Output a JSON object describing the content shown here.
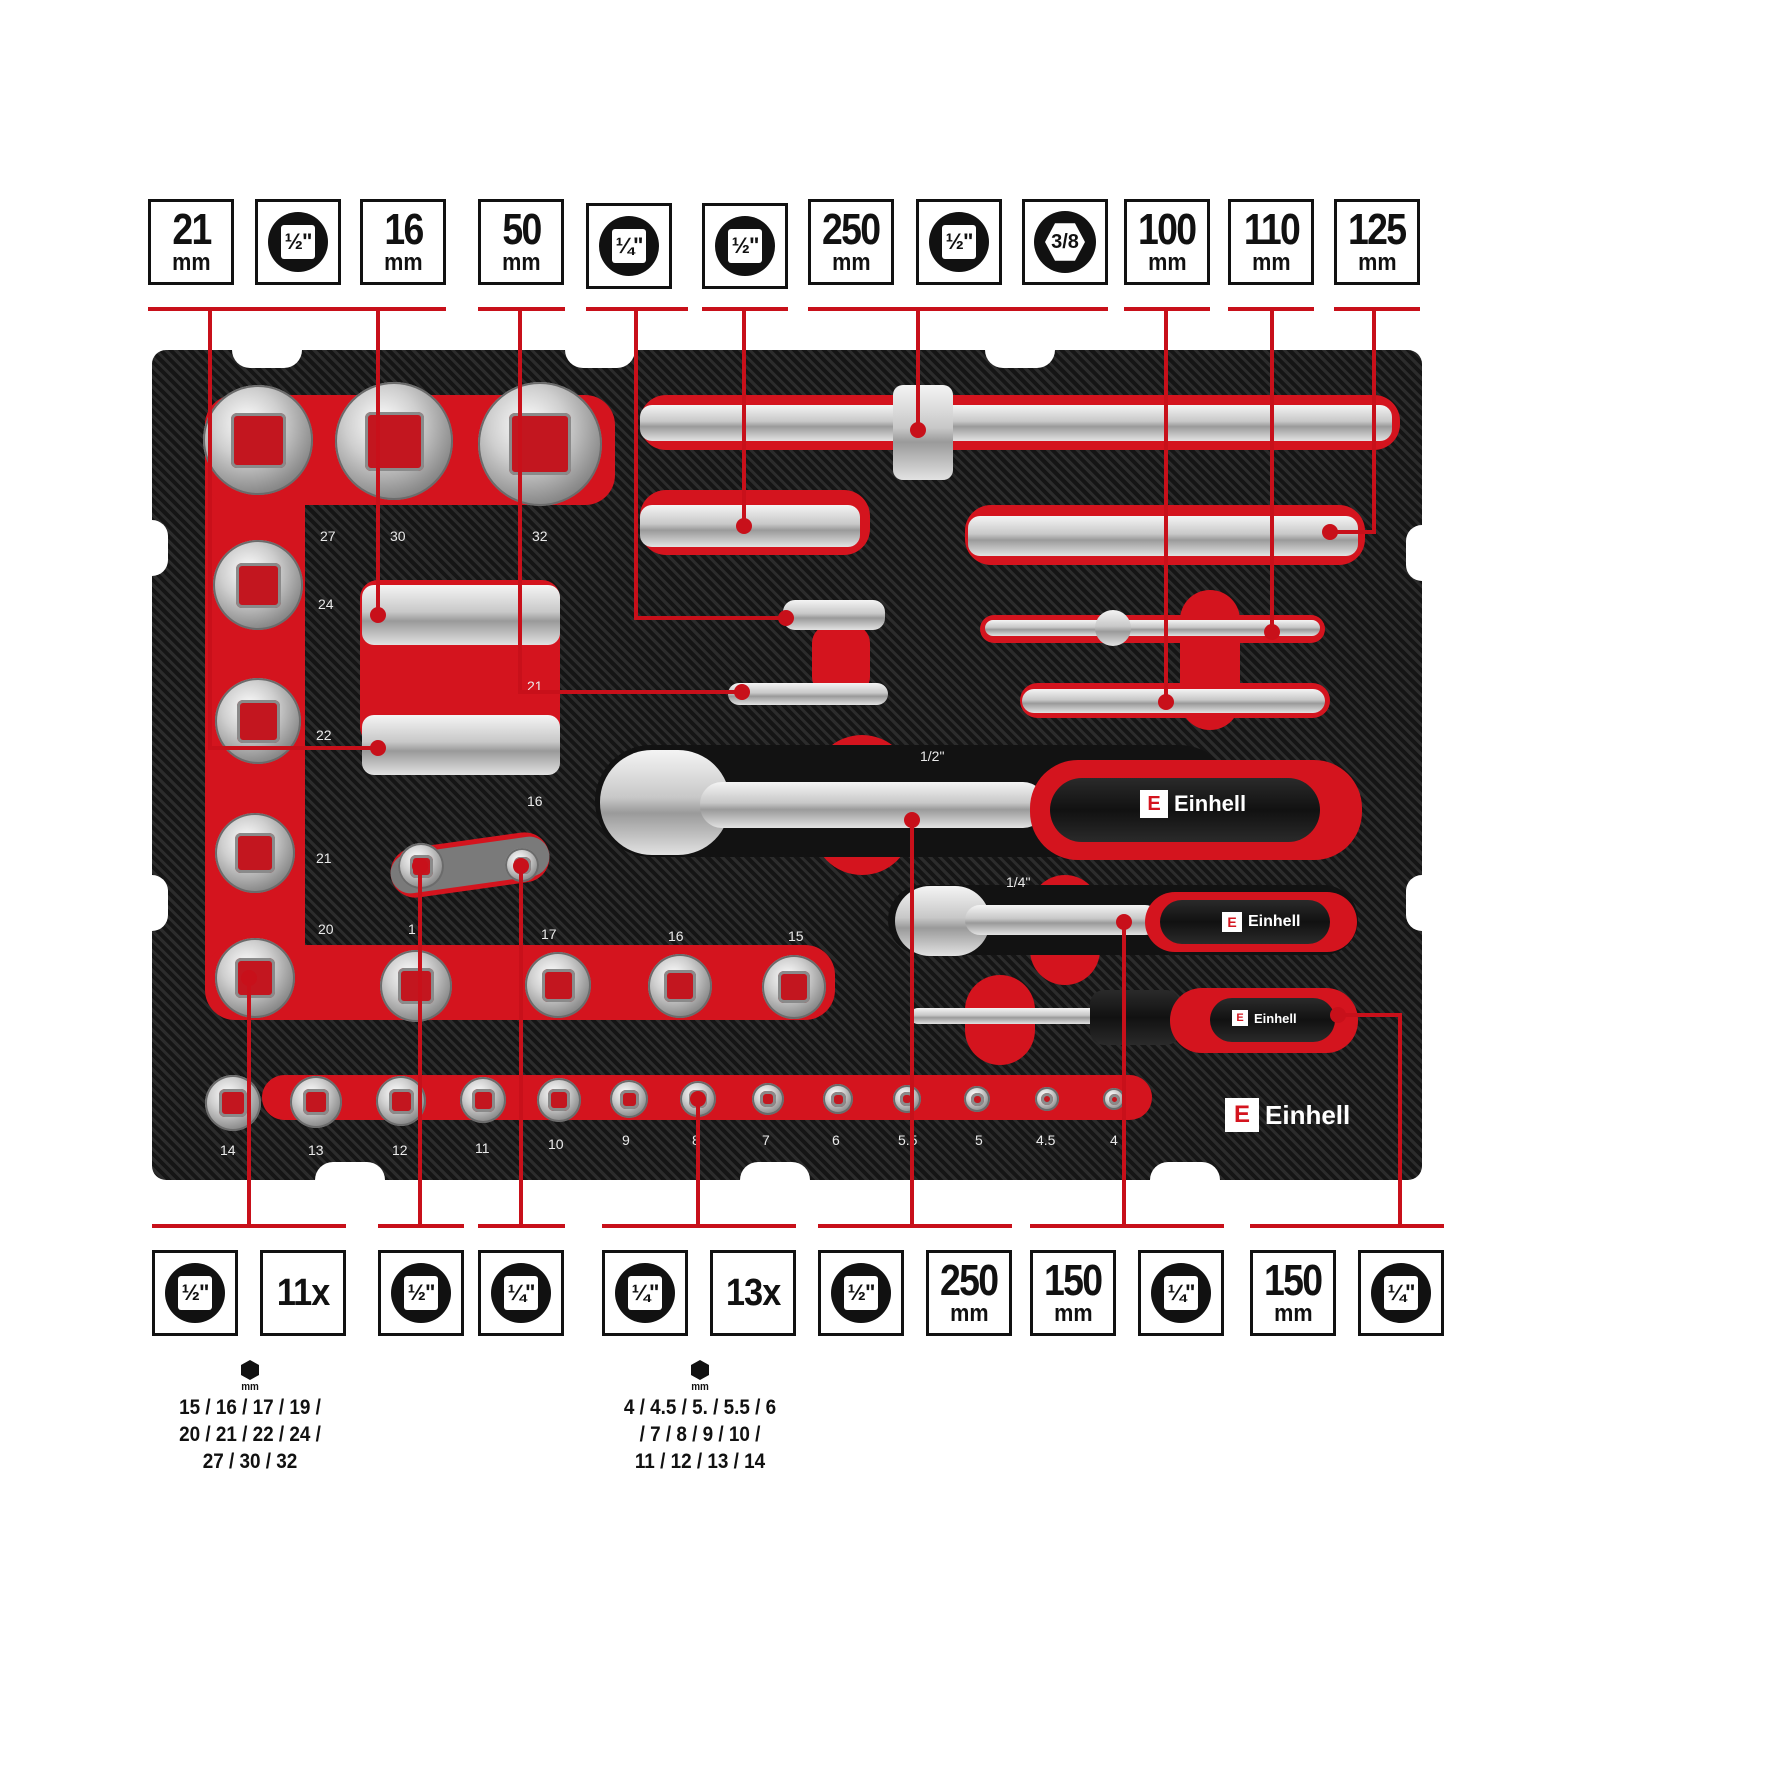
{
  "top_specs": [
    {
      "kind": "dim",
      "value": "21",
      "unit": "mm"
    },
    {
      "kind": "drive",
      "value": "½\""
    },
    {
      "kind": "dim",
      "value": "16",
      "unit": "mm"
    },
    {
      "kind": "dim",
      "value": "50",
      "unit": "mm"
    },
    {
      "kind": "drive",
      "value": "¼\""
    },
    {
      "kind": "drive",
      "value": "½\""
    },
    {
      "kind": "dim",
      "value": "250",
      "unit": "mm"
    },
    {
      "kind": "drive",
      "value": "½\""
    },
    {
      "kind": "hex",
      "value": "3/8"
    },
    {
      "kind": "dim",
      "value": "100",
      "unit": "mm"
    },
    {
      "kind": "dim",
      "value": "110",
      "unit": "mm"
    },
    {
      "kind": "dim",
      "value": "125",
      "unit": "mm"
    }
  ],
  "bottom_specs": [
    {
      "kind": "drive",
      "value": "½\""
    },
    {
      "kind": "count",
      "value": "11x"
    },
    {
      "kind": "drive",
      "value": "½\""
    },
    {
      "kind": "drive",
      "value": "¼\""
    },
    {
      "kind": "drive",
      "value": "¼\""
    },
    {
      "kind": "count",
      "value": "13x"
    },
    {
      "kind": "drive",
      "value": "½\""
    },
    {
      "kind": "dim",
      "value": "250",
      "unit": "mm"
    },
    {
      "kind": "dim",
      "value": "150",
      "unit": "mm"
    },
    {
      "kind": "drive",
      "value": "¼\""
    },
    {
      "kind": "dim",
      "value": "150",
      "unit": "mm"
    },
    {
      "kind": "drive",
      "value": "¼\""
    }
  ],
  "tray_labels": {
    "s27": "27",
    "s30": "30",
    "s32": "32",
    "s24": "24",
    "s22": "22",
    "s21": "21",
    "s20": "20",
    "s19": "1",
    "s17": "17",
    "s16": "16",
    "s15": "15",
    "l21": "21",
    "l16": "16",
    "r12": "1/2\"",
    "r14": "1/4\"",
    "b14": "14",
    "b13": "13",
    "b12": "12",
    "b11": "11",
    "b10": "10",
    "b9": "9",
    "b8": "8",
    "b7": "7",
    "b6": "6",
    "b55": "5.5",
    "b5": "5",
    "b45": "4.5",
    "b4": "4"
  },
  "brand": {
    "name": "Einhell",
    "logo_letter": "E"
  },
  "size_lists": {
    "left": {
      "unit": "mm",
      "lines": [
        "15 / 16 / 17 / 19 /",
        "20 / 21 / 22 / 24 /",
        "27 / 30 / 32"
      ]
    },
    "right": {
      "unit": "mm",
      "lines": [
        "4 / 4.5 / 5. / 5.5 / 6",
        "/ 7 / 8 / 9 / 10 /",
        "11 / 12 / 13 / 14"
      ]
    }
  },
  "colors": {
    "accent_red": "#d4141e",
    "ink": "#111111",
    "foam": "#1a1a1a"
  }
}
